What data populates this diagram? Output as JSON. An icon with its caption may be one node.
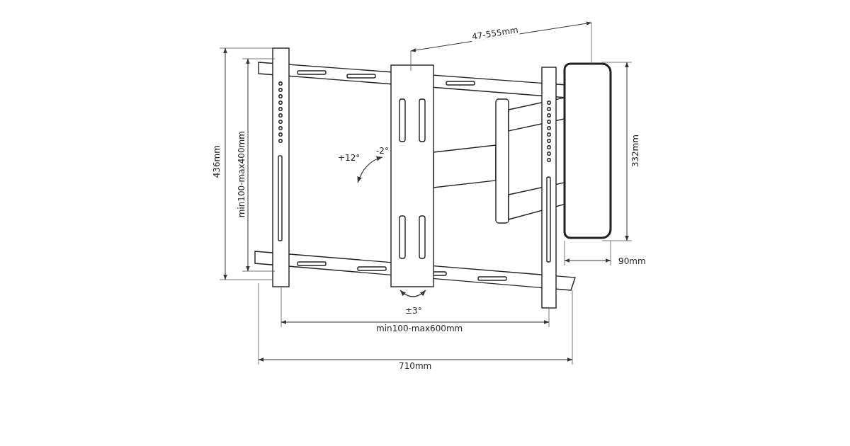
{
  "diagram": {
    "labels": [
      "47-555mm",
      "436mm",
      "min100-max400mm",
      "332mm",
      "+12°",
      "-2°",
      "90mm",
      "±3°",
      "min100-max600mm",
      "710mm"
    ]
  }
}
